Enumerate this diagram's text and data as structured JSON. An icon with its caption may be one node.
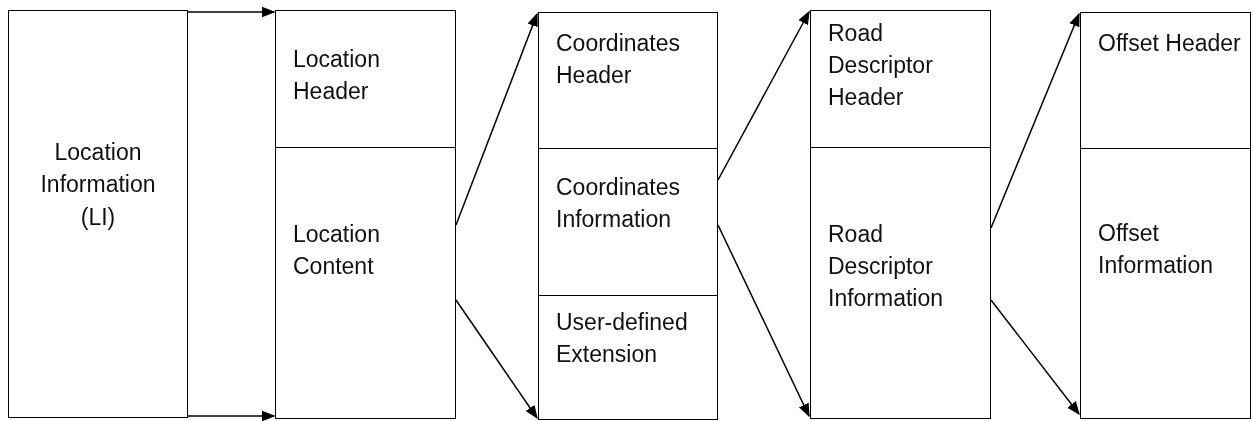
{
  "diagram": {
    "nodes": [
      {
        "text": [
          "Location Information",
          "(LI)"
        ]
      },
      {
        "text": [
          "Location Header"
        ]
      },
      {
        "text": [
          "Location Content"
        ]
      },
      {
        "text": [
          "Coordinates Header"
        ]
      },
      {
        "text": [
          "Coordinates Information"
        ]
      },
      {
        "text": [
          "User-defined Extension"
        ]
      },
      {
        "text": [
          "Road Descriptor Header"
        ]
      },
      {
        "text": [
          "Road Descriptor Information"
        ]
      },
      {
        "text": [
          "Offset Header"
        ]
      },
      {
        "text": [
          "Offset Information"
        ]
      }
    ],
    "edges": [
      {
        "from": 0,
        "to": 1,
        "arrow": "to"
      },
      {
        "from": 0,
        "to": 2,
        "arrow": "to"
      },
      {
        "from": 2,
        "to": 3,
        "arrow": "to"
      },
      {
        "from": 2,
        "to": 5,
        "arrow": "to"
      },
      {
        "from": 4,
        "to": 6,
        "arrow": "to"
      },
      {
        "from": 4,
        "to": 7,
        "arrow": "to"
      },
      {
        "from": 7,
        "to": 8,
        "arrow": "to"
      },
      {
        "from": 7,
        "to": 9,
        "arrow": "to"
      }
    ]
  }
}
